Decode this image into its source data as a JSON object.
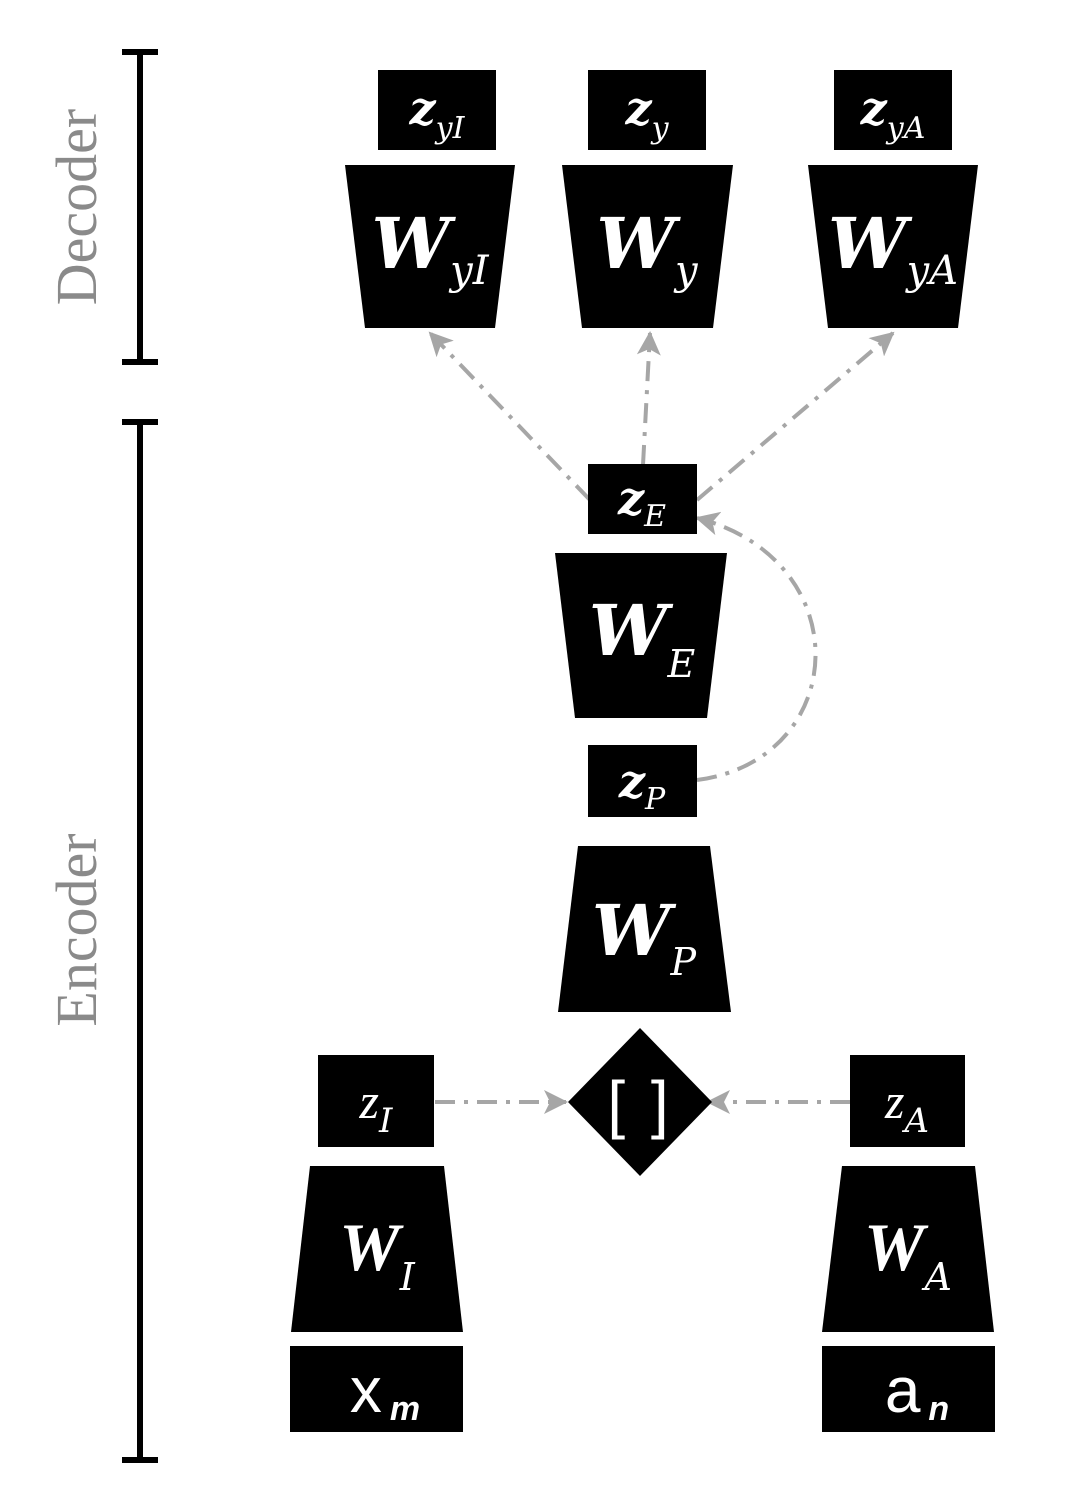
{
  "sections": {
    "decoder_label": "Decoder",
    "encoder_label": "Encoder"
  },
  "decoder": {
    "z_yI": {
      "main": "z",
      "sub": "yI"
    },
    "z_y": {
      "main": "z",
      "sub": "y"
    },
    "z_yA": {
      "main": "z",
      "sub": "yA"
    },
    "W_yI": {
      "main": "W",
      "sub": "yI"
    },
    "W_y": {
      "main": "W",
      "sub": "y"
    },
    "W_yA": {
      "main": "W",
      "sub": "yA"
    }
  },
  "encoder": {
    "z_E": {
      "main": "z",
      "sub": "E"
    },
    "W_E": {
      "main": "W",
      "sub": "E"
    },
    "z_P": {
      "main": "z",
      "sub": "P"
    },
    "W_P": {
      "main": "W",
      "sub": "P"
    },
    "concat": "[ ]",
    "z_I": {
      "main": "z",
      "sub": "I"
    },
    "z_A": {
      "main": "z",
      "sub": "A"
    },
    "W_I": {
      "main": "W",
      "sub": "I"
    },
    "W_A": {
      "main": "W",
      "sub": "A"
    }
  },
  "inputs": {
    "x_m": {
      "main": "x",
      "sub": "m"
    },
    "a_n": {
      "main": "a",
      "sub": "n"
    }
  },
  "colors": {
    "block": "#000000",
    "arrow": "#a6a6a6",
    "label": "#8a8a8a"
  }
}
